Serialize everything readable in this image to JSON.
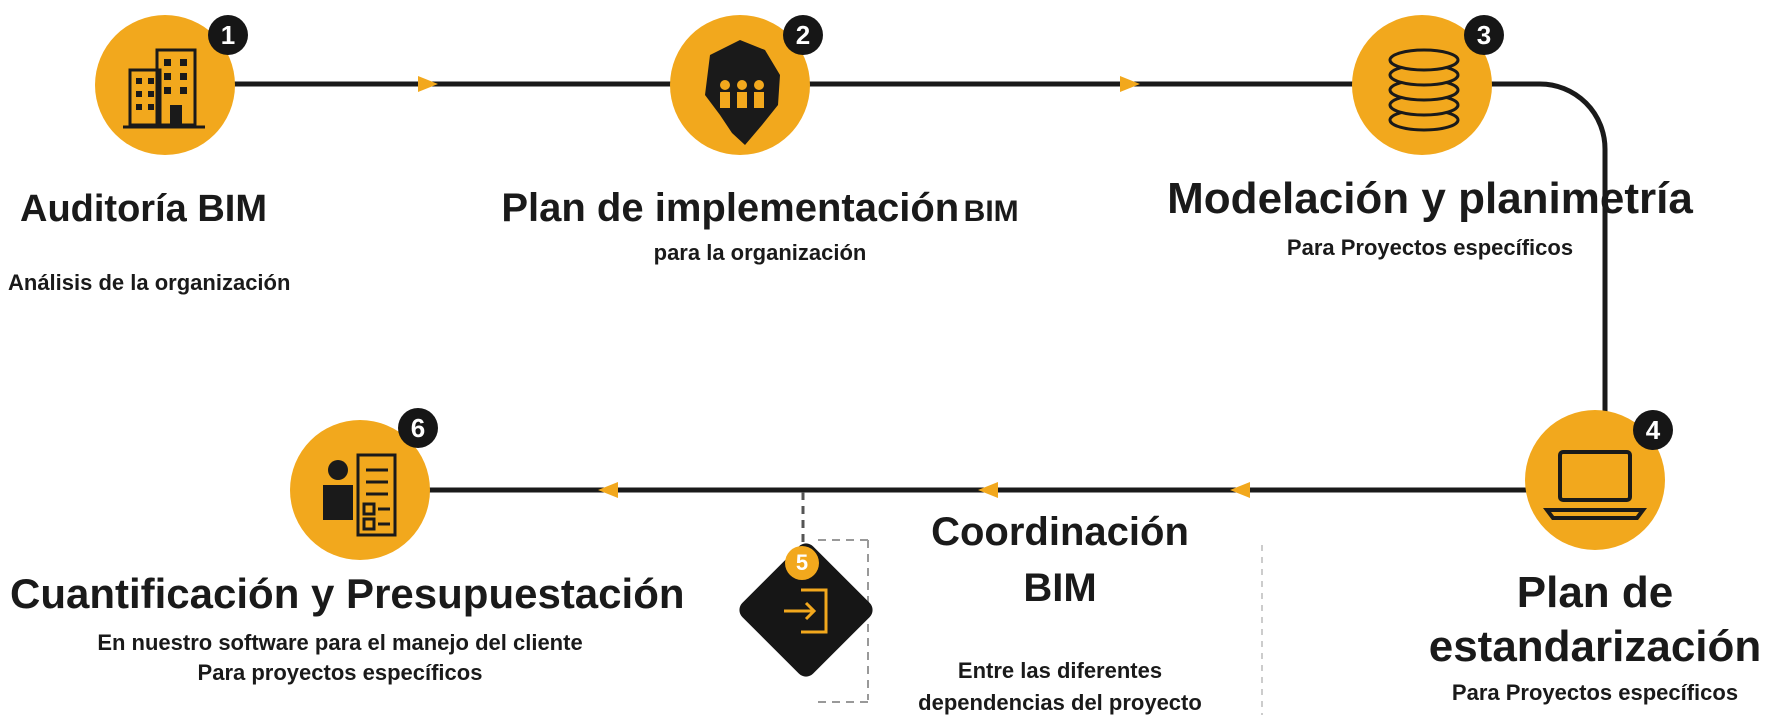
{
  "colors": {
    "accent": "#f2a81d",
    "dark": "#161616",
    "line": "#1a1a1a"
  },
  "steps": [
    {
      "number": "1",
      "icon": "buildings-icon",
      "title": "Auditoría BIM",
      "subtitle": "Análisis de la organización"
    },
    {
      "number": "2",
      "icon": "colombia-map-people-icon",
      "title": "Plan de implementación",
      "title_suffix": "BIM",
      "subtitle": "para la organización"
    },
    {
      "number": "3",
      "icon": "coins-stack-icon",
      "title": "Modelación y planimetría",
      "subtitle": "Para Proyectos específicos"
    },
    {
      "number": "4",
      "icon": "laptop-icon",
      "title_line1": "Plan de",
      "title_line2": "estandarización",
      "subtitle": "Para Proyectos específicos"
    },
    {
      "number": "5",
      "icon": "login-arrow-icon",
      "title_line1": "Coordinación",
      "title_line2": "BIM",
      "subtitle_line1": "Entre las diferentes",
      "subtitle_line2": "dependencias del proyecto"
    },
    {
      "number": "6",
      "icon": "person-checklist-icon",
      "title": "Cuantificación y Presupuestación",
      "subtitle_line1": "En nuestro software para el manejo del cliente",
      "subtitle_line2": "Para proyectos específicos"
    }
  ]
}
